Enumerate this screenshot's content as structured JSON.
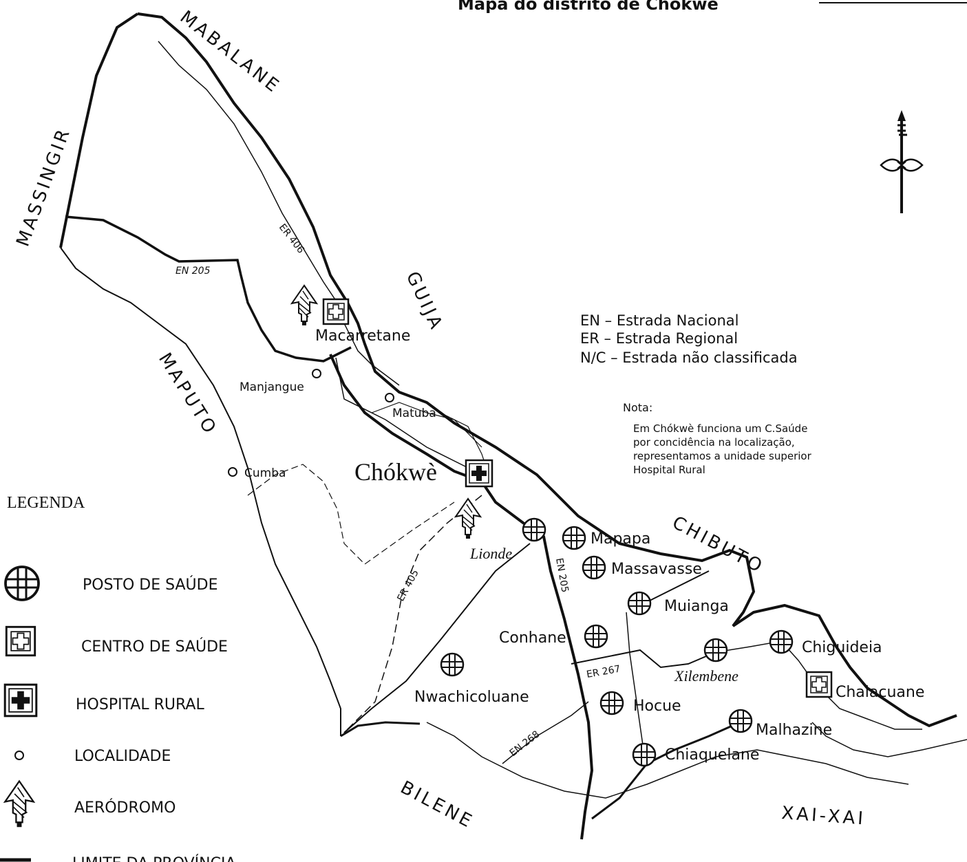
{
  "title": "Mapa do distrito de Chókwè",
  "neighbors": [
    "MASSINGIR",
    "MABALANE",
    "GUIJA",
    "CHIBUTO",
    "XAI-XAI",
    "BILENE",
    "MAPUTO"
  ],
  "district_seat": "Chókwè",
  "places": {
    "macarretane": "Macarretane",
    "manjangue": "Manjangue",
    "matuba": "Matuba",
    "cumba": "Cumba",
    "lionde": "Lionde",
    "mapapa": "Mapapa",
    "massavasse": "Massavasse",
    "muianga": "Muianga",
    "conhane": "Conhane",
    "chiguideia": "Chiguideia",
    "xilembene": "Xilembene",
    "chalacuane": "Chalacuane",
    "nwachicoluane": "Nwachicoluane",
    "hocue": "Hocue",
    "malhazine": "Malhazine",
    "chiaquelane": "Chiaquelane"
  },
  "roads": {
    "en205_north": "EN 205",
    "en205_south": "EN 205",
    "er406": "ER 406",
    "er405": "ER 405",
    "er267": "ER 267",
    "en268": "EN 268"
  },
  "road_legend": [
    "EN  –  Estrada Nacional",
    "ER  –  Estrada Regional",
    "N/C  –  Estrada não classificada"
  ],
  "note": {
    "heading": "Nota:",
    "lines": [
      "Em Chókwè funciona um C.Saúde",
      "por concidência na localização,",
      "representamos a unidade superior",
      "Hospital Rural"
    ]
  },
  "legend": {
    "title": "LEGENDA",
    "items": [
      {
        "label": "POSTO DE SAÚDE",
        "icon": "health-post-icon"
      },
      {
        "label": "CENTRO DE SAÚDE",
        "icon": "health-center-icon"
      },
      {
        "label": "HOSPITAL RURAL",
        "icon": "rural-hospital-icon"
      },
      {
        "label": "LOCALIDADE",
        "icon": "locality-icon"
      },
      {
        "label": "AERÓDROMO",
        "icon": "aerodrome-icon"
      },
      {
        "label": "LIMITE DA PROVÍNCIA",
        "icon": "province-boundary-icon"
      }
    ]
  }
}
